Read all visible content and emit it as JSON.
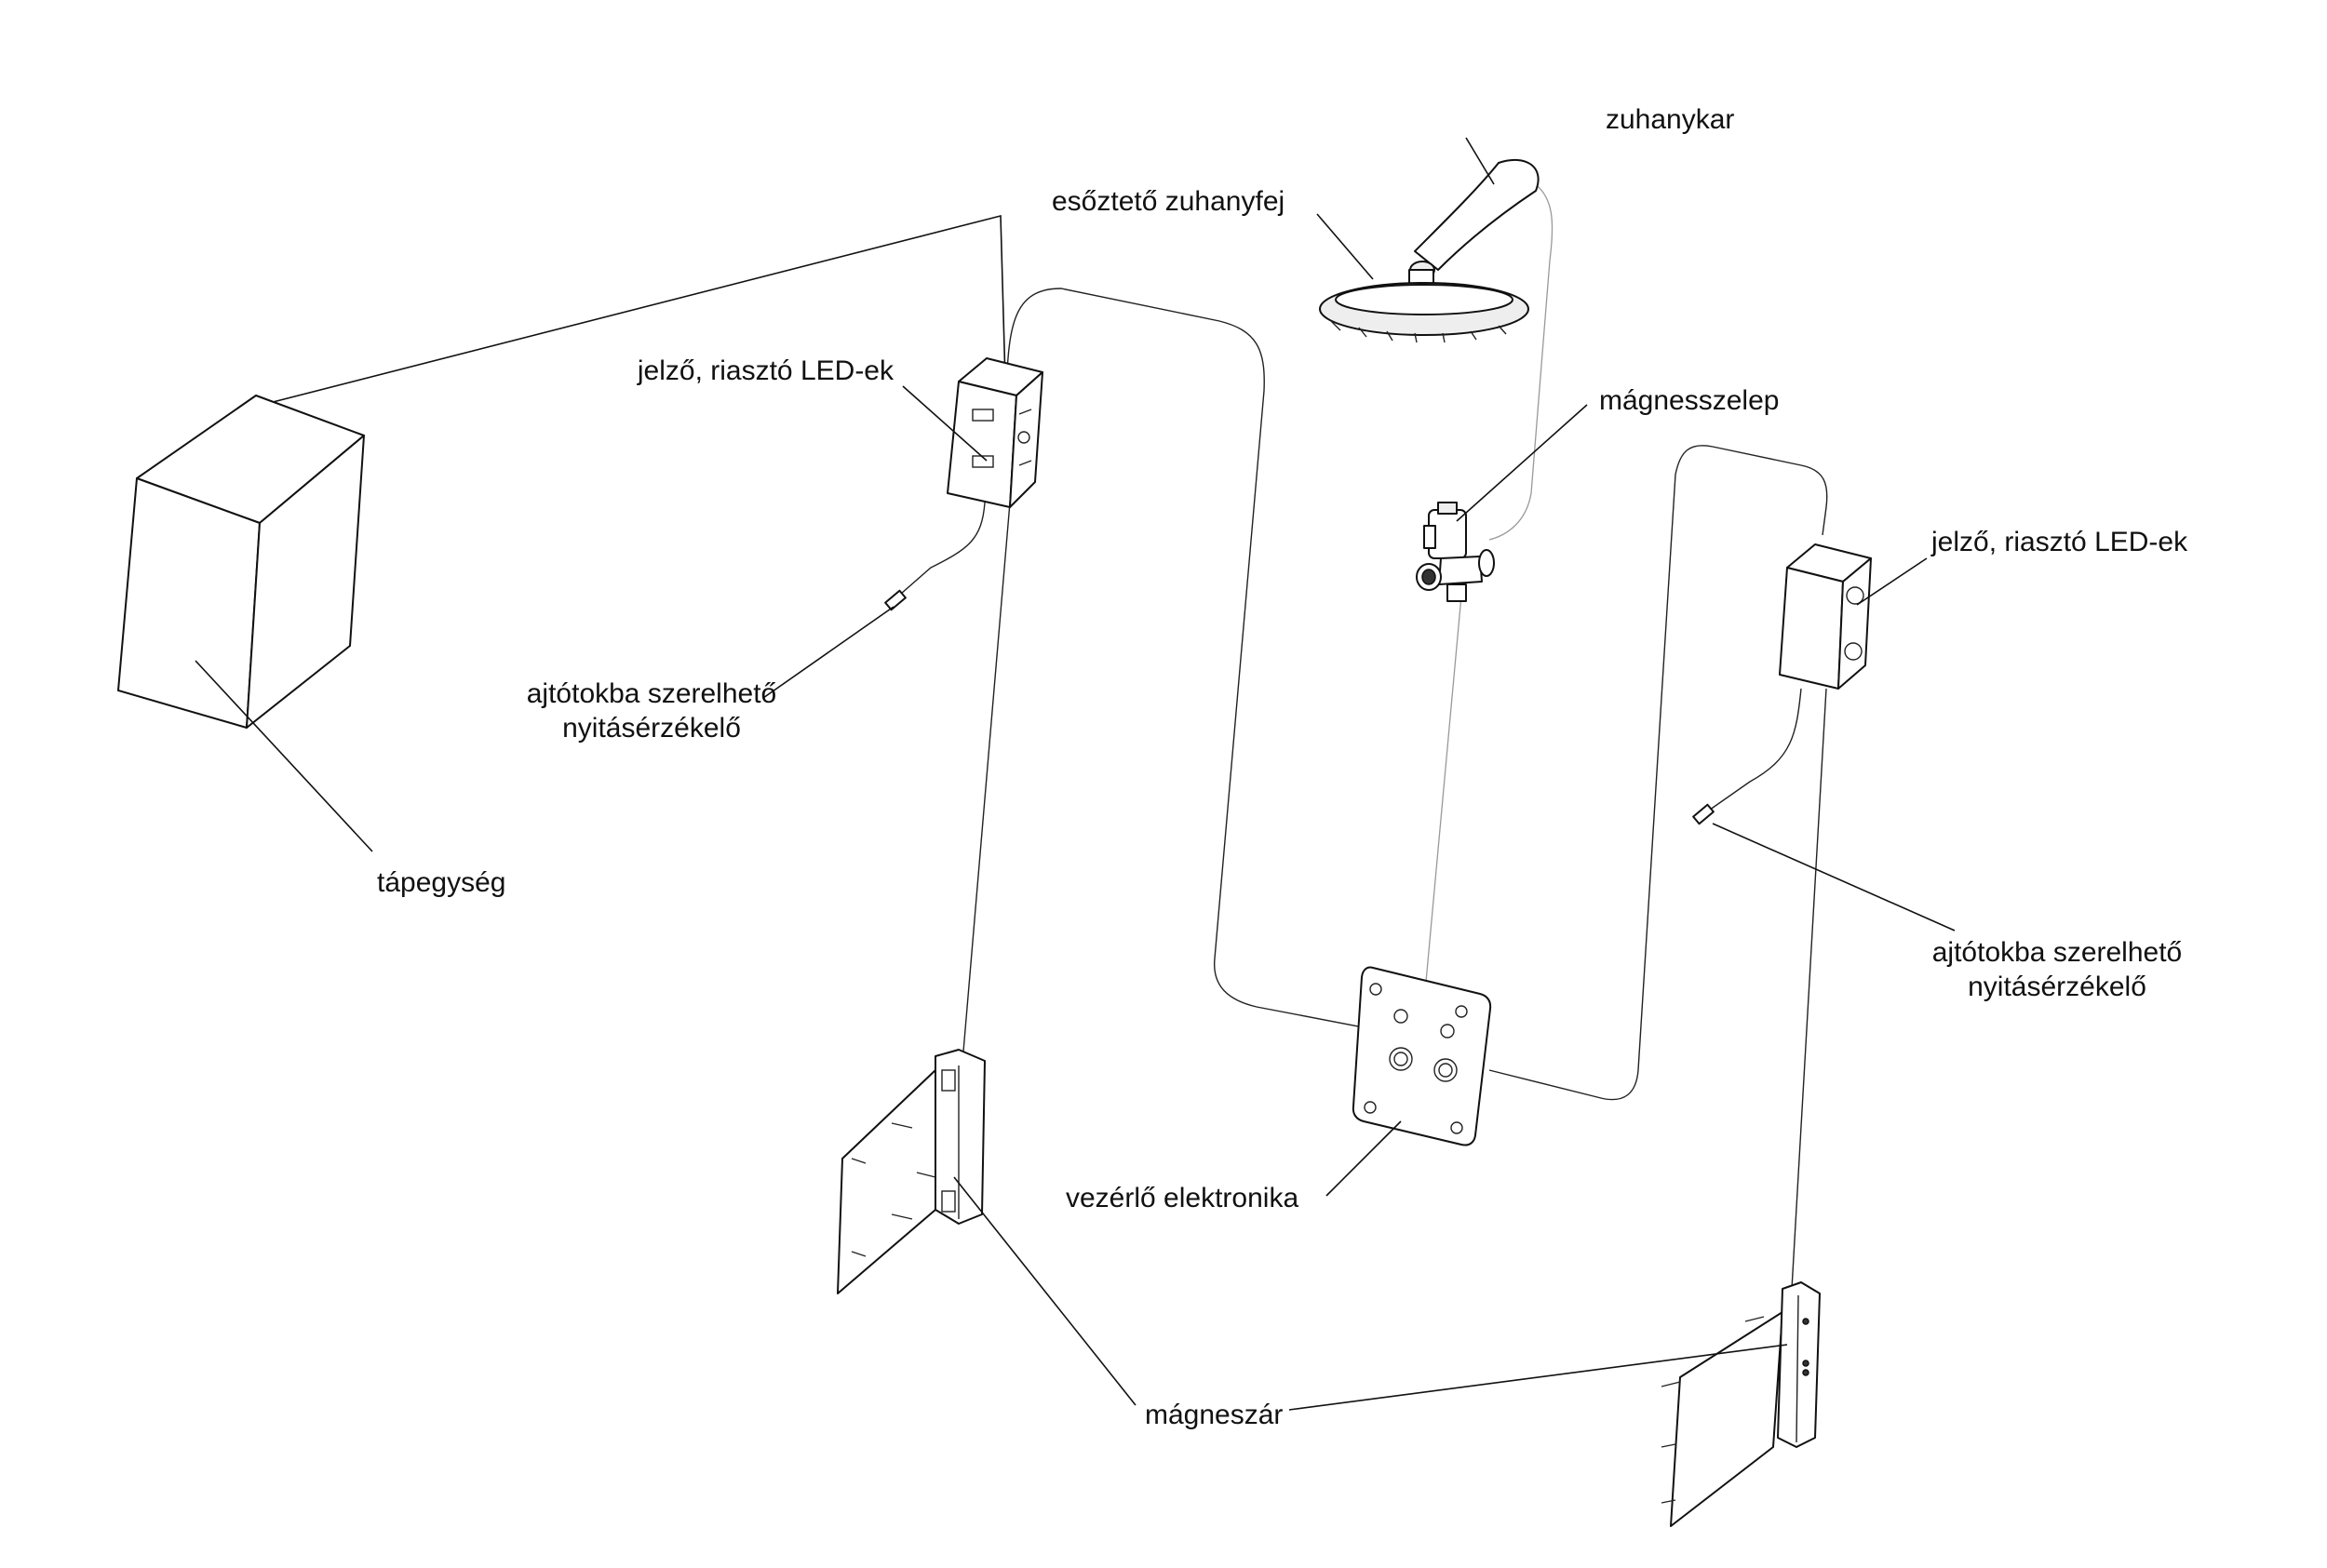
{
  "labels": {
    "power_supply": "tápegység",
    "led_left": "jelző, riasztó LED-ek",
    "sensor_left_line1": "ajtótokba szerelhető",
    "sensor_left_line2": "nyitásérzékelő",
    "shower_head": "esőztető zuhanyfej",
    "shower_arm": "zuhanykar",
    "solenoid_valve": "mágnesszelep",
    "led_right": "jelző, riasztó LED-ek",
    "sensor_right_line1": "ajtótokba szerelhető",
    "sensor_right_line2": "nyitásérzékelő",
    "controller": "vezérlő elektronika",
    "magnetic_lock": "mágneszár"
  }
}
